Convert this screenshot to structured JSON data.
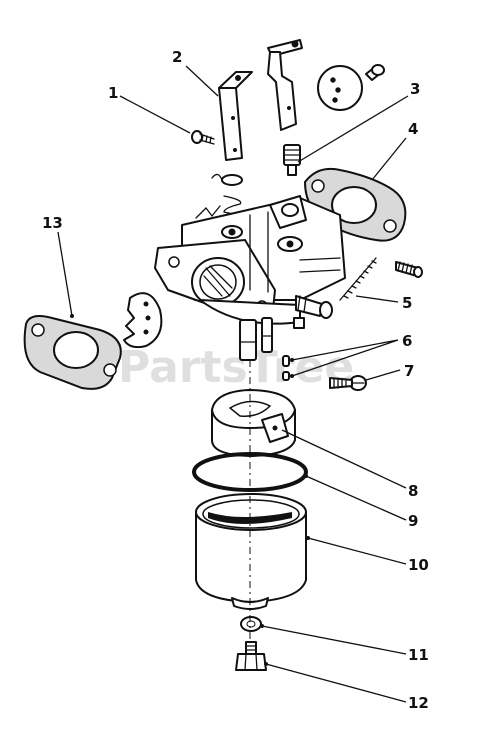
{
  "watermark": "PartsTree",
  "callouts": [
    {
      "label": "1"
    },
    {
      "label": "2"
    },
    {
      "label": "3"
    },
    {
      "label": "4"
    },
    {
      "label": "5"
    },
    {
      "label": "6"
    },
    {
      "label": "7"
    },
    {
      "label": "8"
    },
    {
      "label": "9"
    },
    {
      "label": "10"
    },
    {
      "label": "11"
    },
    {
      "label": "12"
    },
    {
      "label": "13"
    }
  ]
}
